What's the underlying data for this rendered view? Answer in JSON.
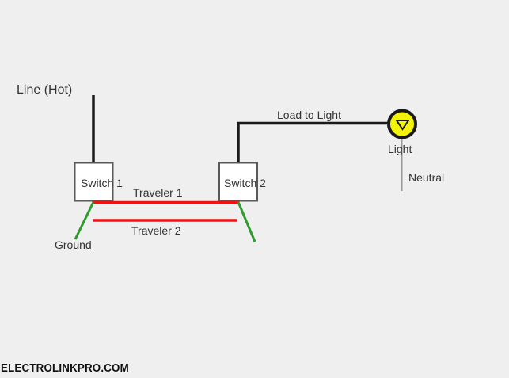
{
  "diagram": {
    "title_semantic": "3-way switch wiring diagram",
    "labels": {
      "line_hot": "Line (Hot)",
      "switch1": "Switch 1",
      "switch2": "Switch 2",
      "traveler1": "Traveler 1",
      "traveler2": "Traveler 2",
      "load_to_light": "Load to Light",
      "light": "Light",
      "neutral": "Neutral",
      "ground": "Ground"
    },
    "watermark": "ELECTROLINKPRO.COM"
  },
  "icons": {
    "light_bulb": "lamp-circle-with-down-triangle-icon"
  },
  "colors": {
    "background": "#efefef",
    "wire_black": "#1a1a1a",
    "traveler_red": "#ef1212",
    "ground_green": "#2e9b2e",
    "neutral_gray": "#999999",
    "light_yellow": "#f4f408",
    "box_fill": "#ffffff",
    "box_border": "#595959",
    "text": "#333333",
    "watermark_text": "#111111"
  }
}
